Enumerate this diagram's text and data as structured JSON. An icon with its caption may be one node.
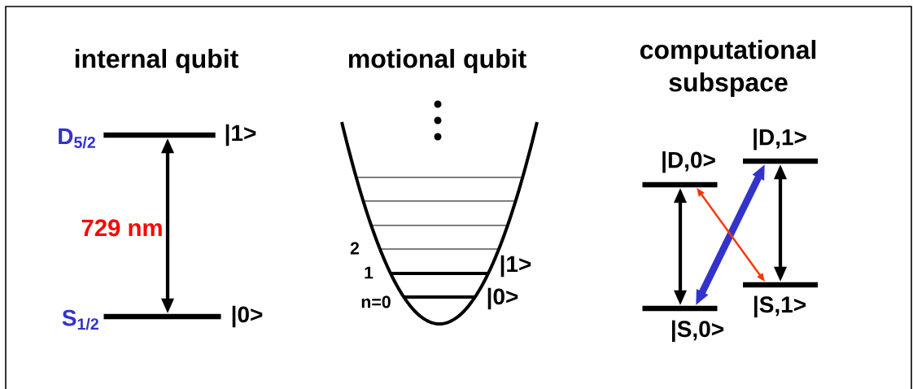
{
  "diagram": {
    "nodes": [
      {
        "text": [],
        "shape": "bar",
        "beside": [
          "D$_{5/2}$",
          "|1>"
        ]
      },
      {
        "text": [],
        "shape": "bar",
        "beside": [
          "S$_{1/2}$",
          "|0>"
        ]
      },
      {
        "text": [],
        "shape": "bar",
        "beside": [
          "|D,0>"
        ]
      },
      {
        "text": [],
        "shape": "bar",
        "beside": [
          "|S,0>"
        ]
      },
      {
        "text": [],
        "shape": "bar",
        "beside": [
          "|D,1>"
        ]
      },
      {
        "text": [],
        "shape": "bar",
        "beside": [
          "|S,1>"
        ]
      }
    ],
    "edges": [
      {
        "from": 0,
        "to": 1,
        "arrow": "both",
        "label": "729 nm"
      },
      {
        "from": 2,
        "to": 3,
        "arrow": "both"
      },
      {
        "from": 4,
        "to": 5,
        "arrow": "both"
      },
      {
        "from": 3,
        "to": 4,
        "arrow": "both",
        "style": "thick",
        "color": "#3333cc"
      },
      {
        "from": 2,
        "to": 5,
        "arrow": "both",
        "color": "#ff3300"
      }
    ],
    "labels": [
      "internal qubit",
      "motional qubit",
      "computational subspace",
      "2",
      "1",
      "n=0",
      "|1>",
      "|0>"
    ]
  }
}
